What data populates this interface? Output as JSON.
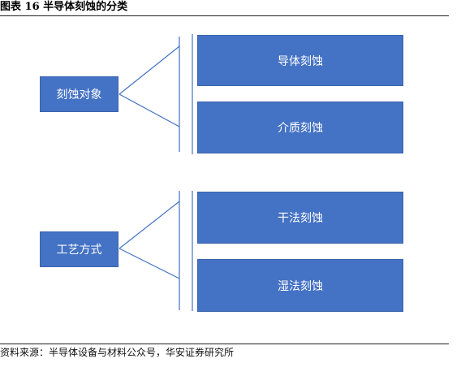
{
  "figure": {
    "title": "图表 16 半导体刻蚀的分类",
    "source": "资料来源：半导体设备与材料公众号，华安证券研究所"
  },
  "diagram": {
    "groups": [
      {
        "label": "刻蚀对象",
        "children": [
          "导体刻蚀",
          "介质刻蚀"
        ]
      },
      {
        "label": "工艺方式",
        "children": [
          "干法刻蚀",
          "湿法刻蚀"
        ]
      }
    ]
  },
  "colors": {
    "box_fill": "#4472c4",
    "box_text": "#ffffff",
    "connector": "#4472c4"
  }
}
